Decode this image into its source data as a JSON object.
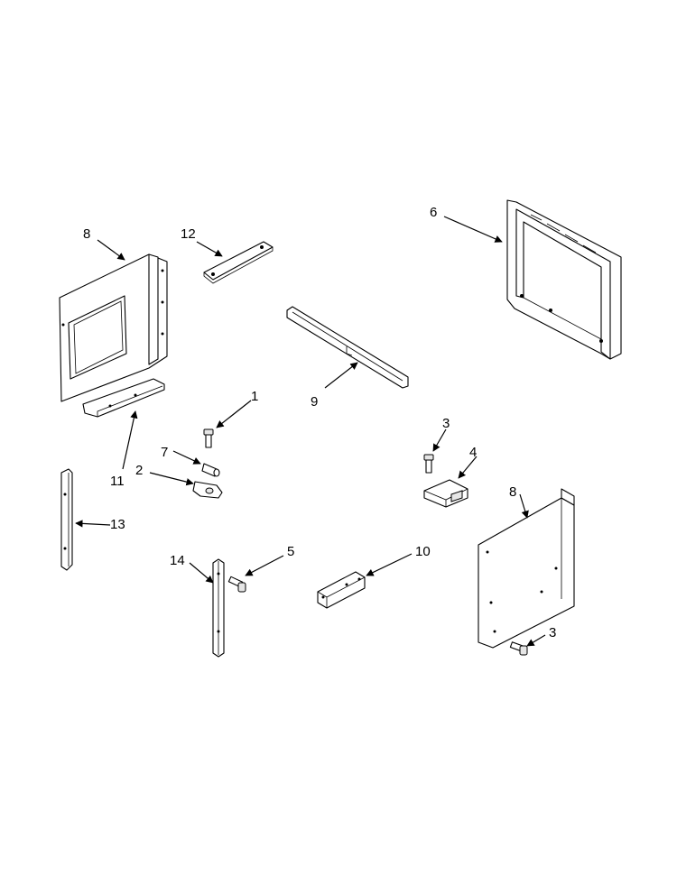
{
  "callouts": [
    {
      "id": "c1",
      "label": "1"
    },
    {
      "id": "c2",
      "label": "2"
    },
    {
      "id": "c3a",
      "label": "3"
    },
    {
      "id": "c3b",
      "label": "3"
    },
    {
      "id": "c4",
      "label": "4"
    },
    {
      "id": "c5",
      "label": "5"
    },
    {
      "id": "c6",
      "label": "6"
    },
    {
      "id": "c7",
      "label": "7"
    },
    {
      "id": "c8a",
      "label": "8"
    },
    {
      "id": "c8b",
      "label": "8"
    },
    {
      "id": "c9",
      "label": "9"
    },
    {
      "id": "c10",
      "label": "10"
    },
    {
      "id": "c11",
      "label": "11"
    },
    {
      "id": "c12",
      "label": "12"
    },
    {
      "id": "c13",
      "label": "13"
    },
    {
      "id": "c14",
      "label": "14"
    }
  ]
}
